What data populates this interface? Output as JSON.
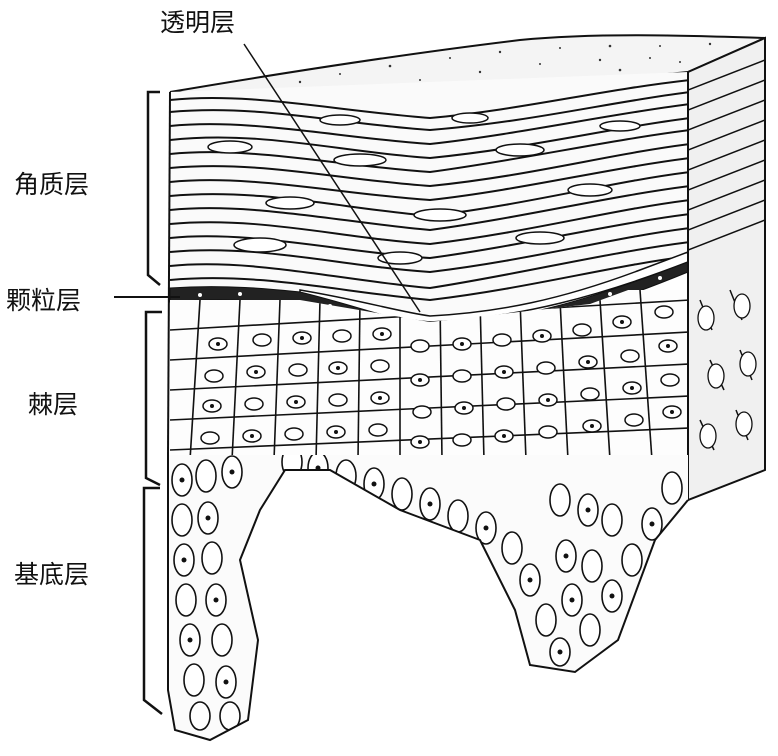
{
  "labels": {
    "stratum_lucidum": "透明层",
    "stratum_corneum": "角质层",
    "stratum_granulosum": "颗粒层",
    "stratum_spinosum": "棘层",
    "stratum_basale": "基底层"
  },
  "colors": {
    "ink": "#111111",
    "background": "#ffffff"
  }
}
